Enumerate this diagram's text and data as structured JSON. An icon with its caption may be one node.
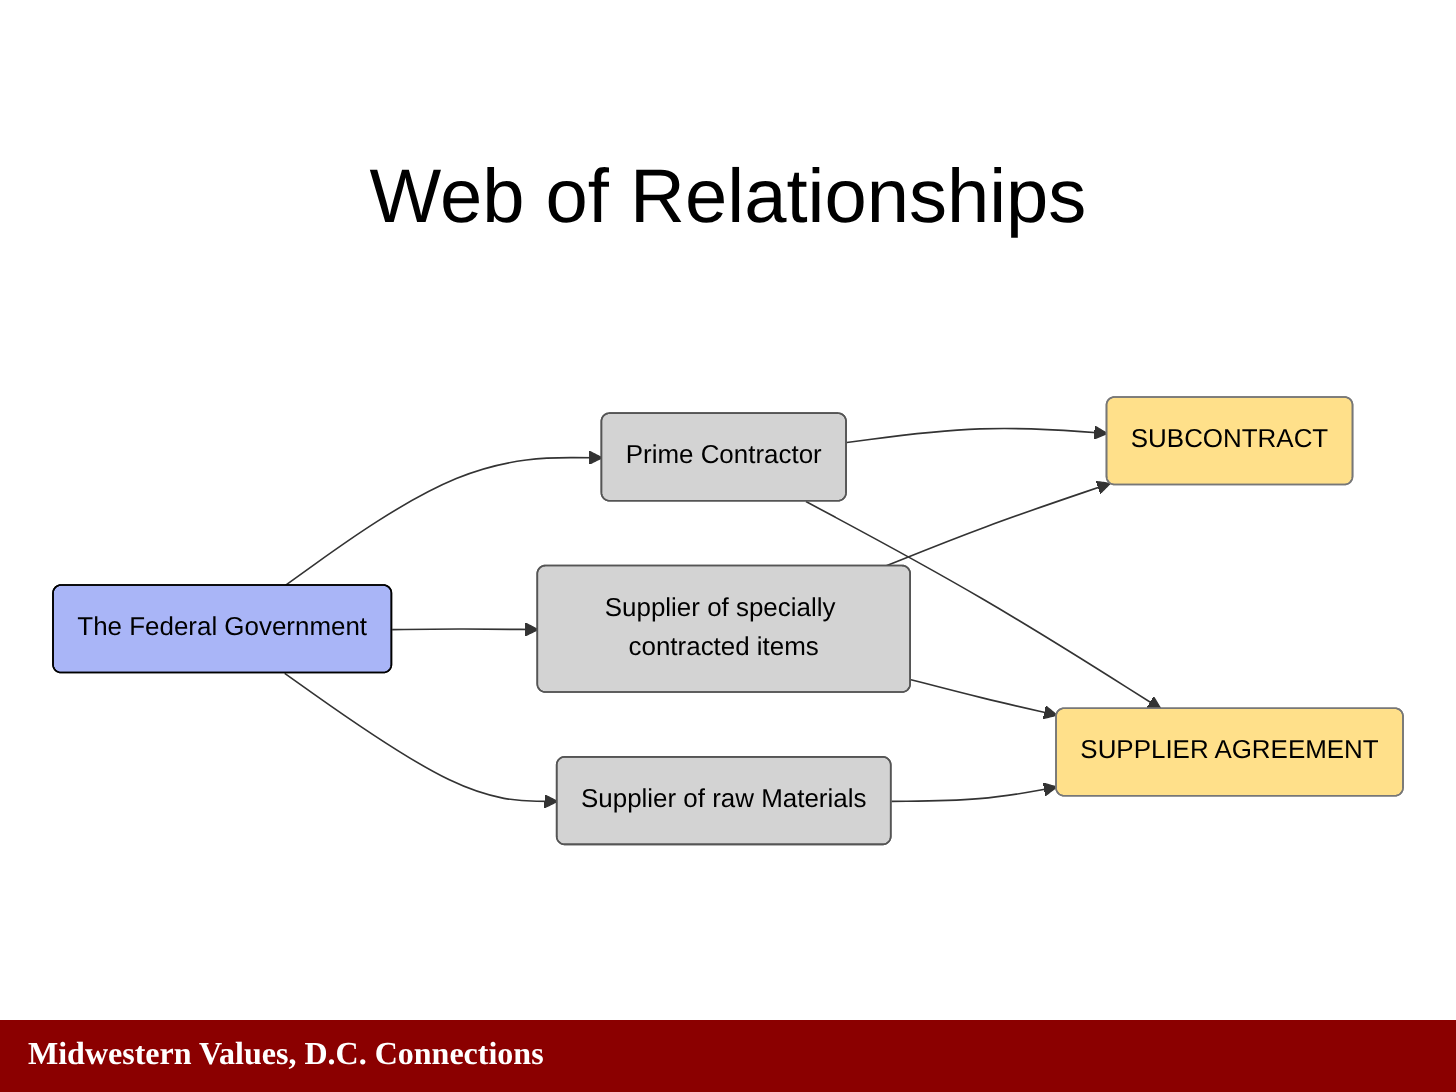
{
  "diagram": {
    "title": "Web of Relationships",
    "nodes": [
      {
        "text": [
          "The Federal Government"
        ]
      },
      {
        "text": [
          "Prime Contractor"
        ]
      },
      {
        "text": [
          "Supplier of specially contracted items"
        ]
      },
      {
        "text": [
          "Supplier of raw Materials"
        ]
      },
      {
        "text": [
          "SUBCONTRACT"
        ]
      },
      {
        "text": [
          "SUPPLIER AGREEMENT"
        ]
      }
    ],
    "edges": [
      {
        "from": 0,
        "to": 1,
        "arrow": "to"
      },
      {
        "from": 0,
        "to": 2,
        "arrow": "to"
      },
      {
        "from": 0,
        "to": 3,
        "arrow": "to"
      },
      {
        "from": 1,
        "to": 4,
        "arrow": "to"
      },
      {
        "from": 1,
        "to": 5,
        "arrow": "to"
      },
      {
        "from": 2,
        "to": 4,
        "arrow": "to"
      },
      {
        "from": 2,
        "to": 5,
        "arrow": "to"
      },
      {
        "from": 3,
        "to": 5,
        "arrow": "to"
      }
    ],
    "labels": [
      "Midwestern Values, D.C. Connections"
    ]
  }
}
